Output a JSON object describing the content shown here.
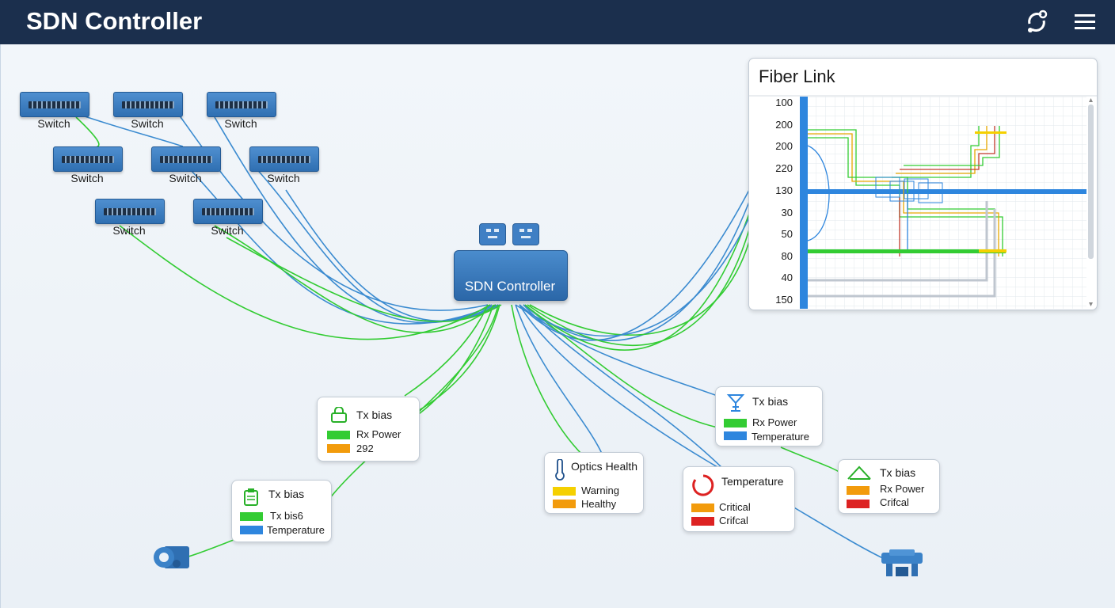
{
  "header": {
    "title": "SDN Controller",
    "icons": [
      "refresh-sync-icon",
      "hamburger-menu-icon"
    ]
  },
  "switches": [
    {
      "label": "Switch"
    },
    {
      "label": "Switch"
    },
    {
      "label": "Switch"
    },
    {
      "label": "Switch"
    },
    {
      "label": "Switch"
    },
    {
      "label": "Switch"
    },
    {
      "label": "Switch"
    },
    {
      "label": "Switch"
    }
  ],
  "controller": {
    "label": "SDN Controller"
  },
  "fiber_panel": {
    "title": "Fiber Link",
    "y_ticks": [
      "100",
      "200",
      "200",
      "220",
      "130",
      "30",
      "50",
      "80",
      "40",
      "150"
    ]
  },
  "cards": {
    "card_a": {
      "title": "Tx bias",
      "rows": [
        {
          "label": "Rx Power",
          "color": "#33cc33"
        },
        {
          "label": "292",
          "color": "#f29b0c"
        }
      ]
    },
    "card_b": {
      "title": "Tx bias",
      "rows": [
        {
          "label": "Tx bis6",
          "color": "#33cc33"
        },
        {
          "label": "Temperature",
          "color": "#2e86de"
        }
      ]
    },
    "card_c": {
      "title": "Optics Health",
      "rows": [
        {
          "label": "Warning",
          "color": "#f5d000"
        },
        {
          "label": "Healthy",
          "color": "#f29b0c"
        }
      ]
    },
    "card_d": {
      "title": "Temperature",
      "rows": [
        {
          "label": "Critical",
          "color": "#f29b0c"
        },
        {
          "label": "Crifcal",
          "color": "#dd2222"
        }
      ]
    },
    "card_e": {
      "title": "Tx bias",
      "rows": [
        {
          "label": "Rx Power",
          "color": "#33cc33"
        },
        {
          "label": "Temperature",
          "color": "#2e86de"
        }
      ]
    },
    "card_f": {
      "title": "Tx bias",
      "rows": [
        {
          "label": "Rx Power",
          "color": "#f29b0c"
        },
        {
          "label": "Crifcal",
          "color": "#dd2222"
        }
      ]
    }
  },
  "colors": {
    "header_bg": "#1b2f4d",
    "link_green": "#33cc33",
    "link_blue": "#3b8bd0",
    "node_blue": "#2f6fb2"
  }
}
